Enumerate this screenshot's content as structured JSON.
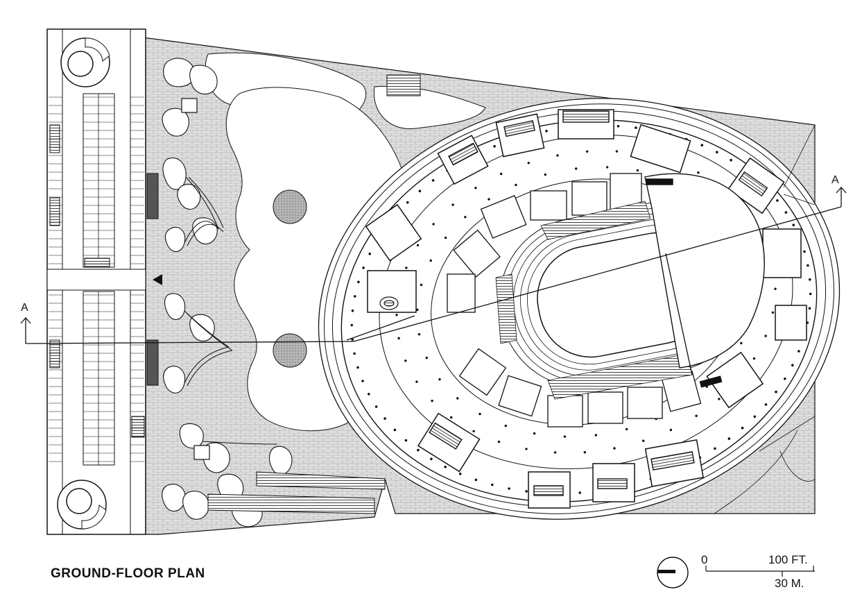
{
  "title": "GROUND-FLOOR PLAN",
  "section_marker": "A",
  "scale": {
    "zero": "0",
    "feet": "100 FT.",
    "meters": "30 M."
  },
  "colors": {
    "line": "#111111",
    "paving": "#dcdcdc",
    "brick_line": "#9a9a9a",
    "pool": "#a8a8a8",
    "background": "#ffffff"
  },
  "icons": [
    "north-arrow-icon",
    "section-marker-icon",
    "entrance-arrow-icon"
  ]
}
